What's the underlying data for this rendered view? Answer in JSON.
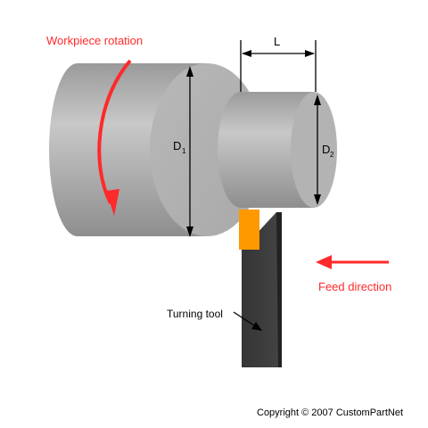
{
  "labels": {
    "workpiece_rotation": "Workpiece rotation",
    "length": "L",
    "d1_main": "D",
    "d1_sub": "1",
    "d2_main": "D",
    "d2_sub": "2",
    "feed_direction": "Feed direction",
    "turning_tool": "Turning tool",
    "copyright": "Copyright © 2007 CustomPartNet"
  },
  "colors": {
    "annotation_red": "#ff2a2a",
    "insert_orange": "#ff9900",
    "tool_dark": "#3c3c3c",
    "cylinder_gray": "#bdbdbd"
  }
}
